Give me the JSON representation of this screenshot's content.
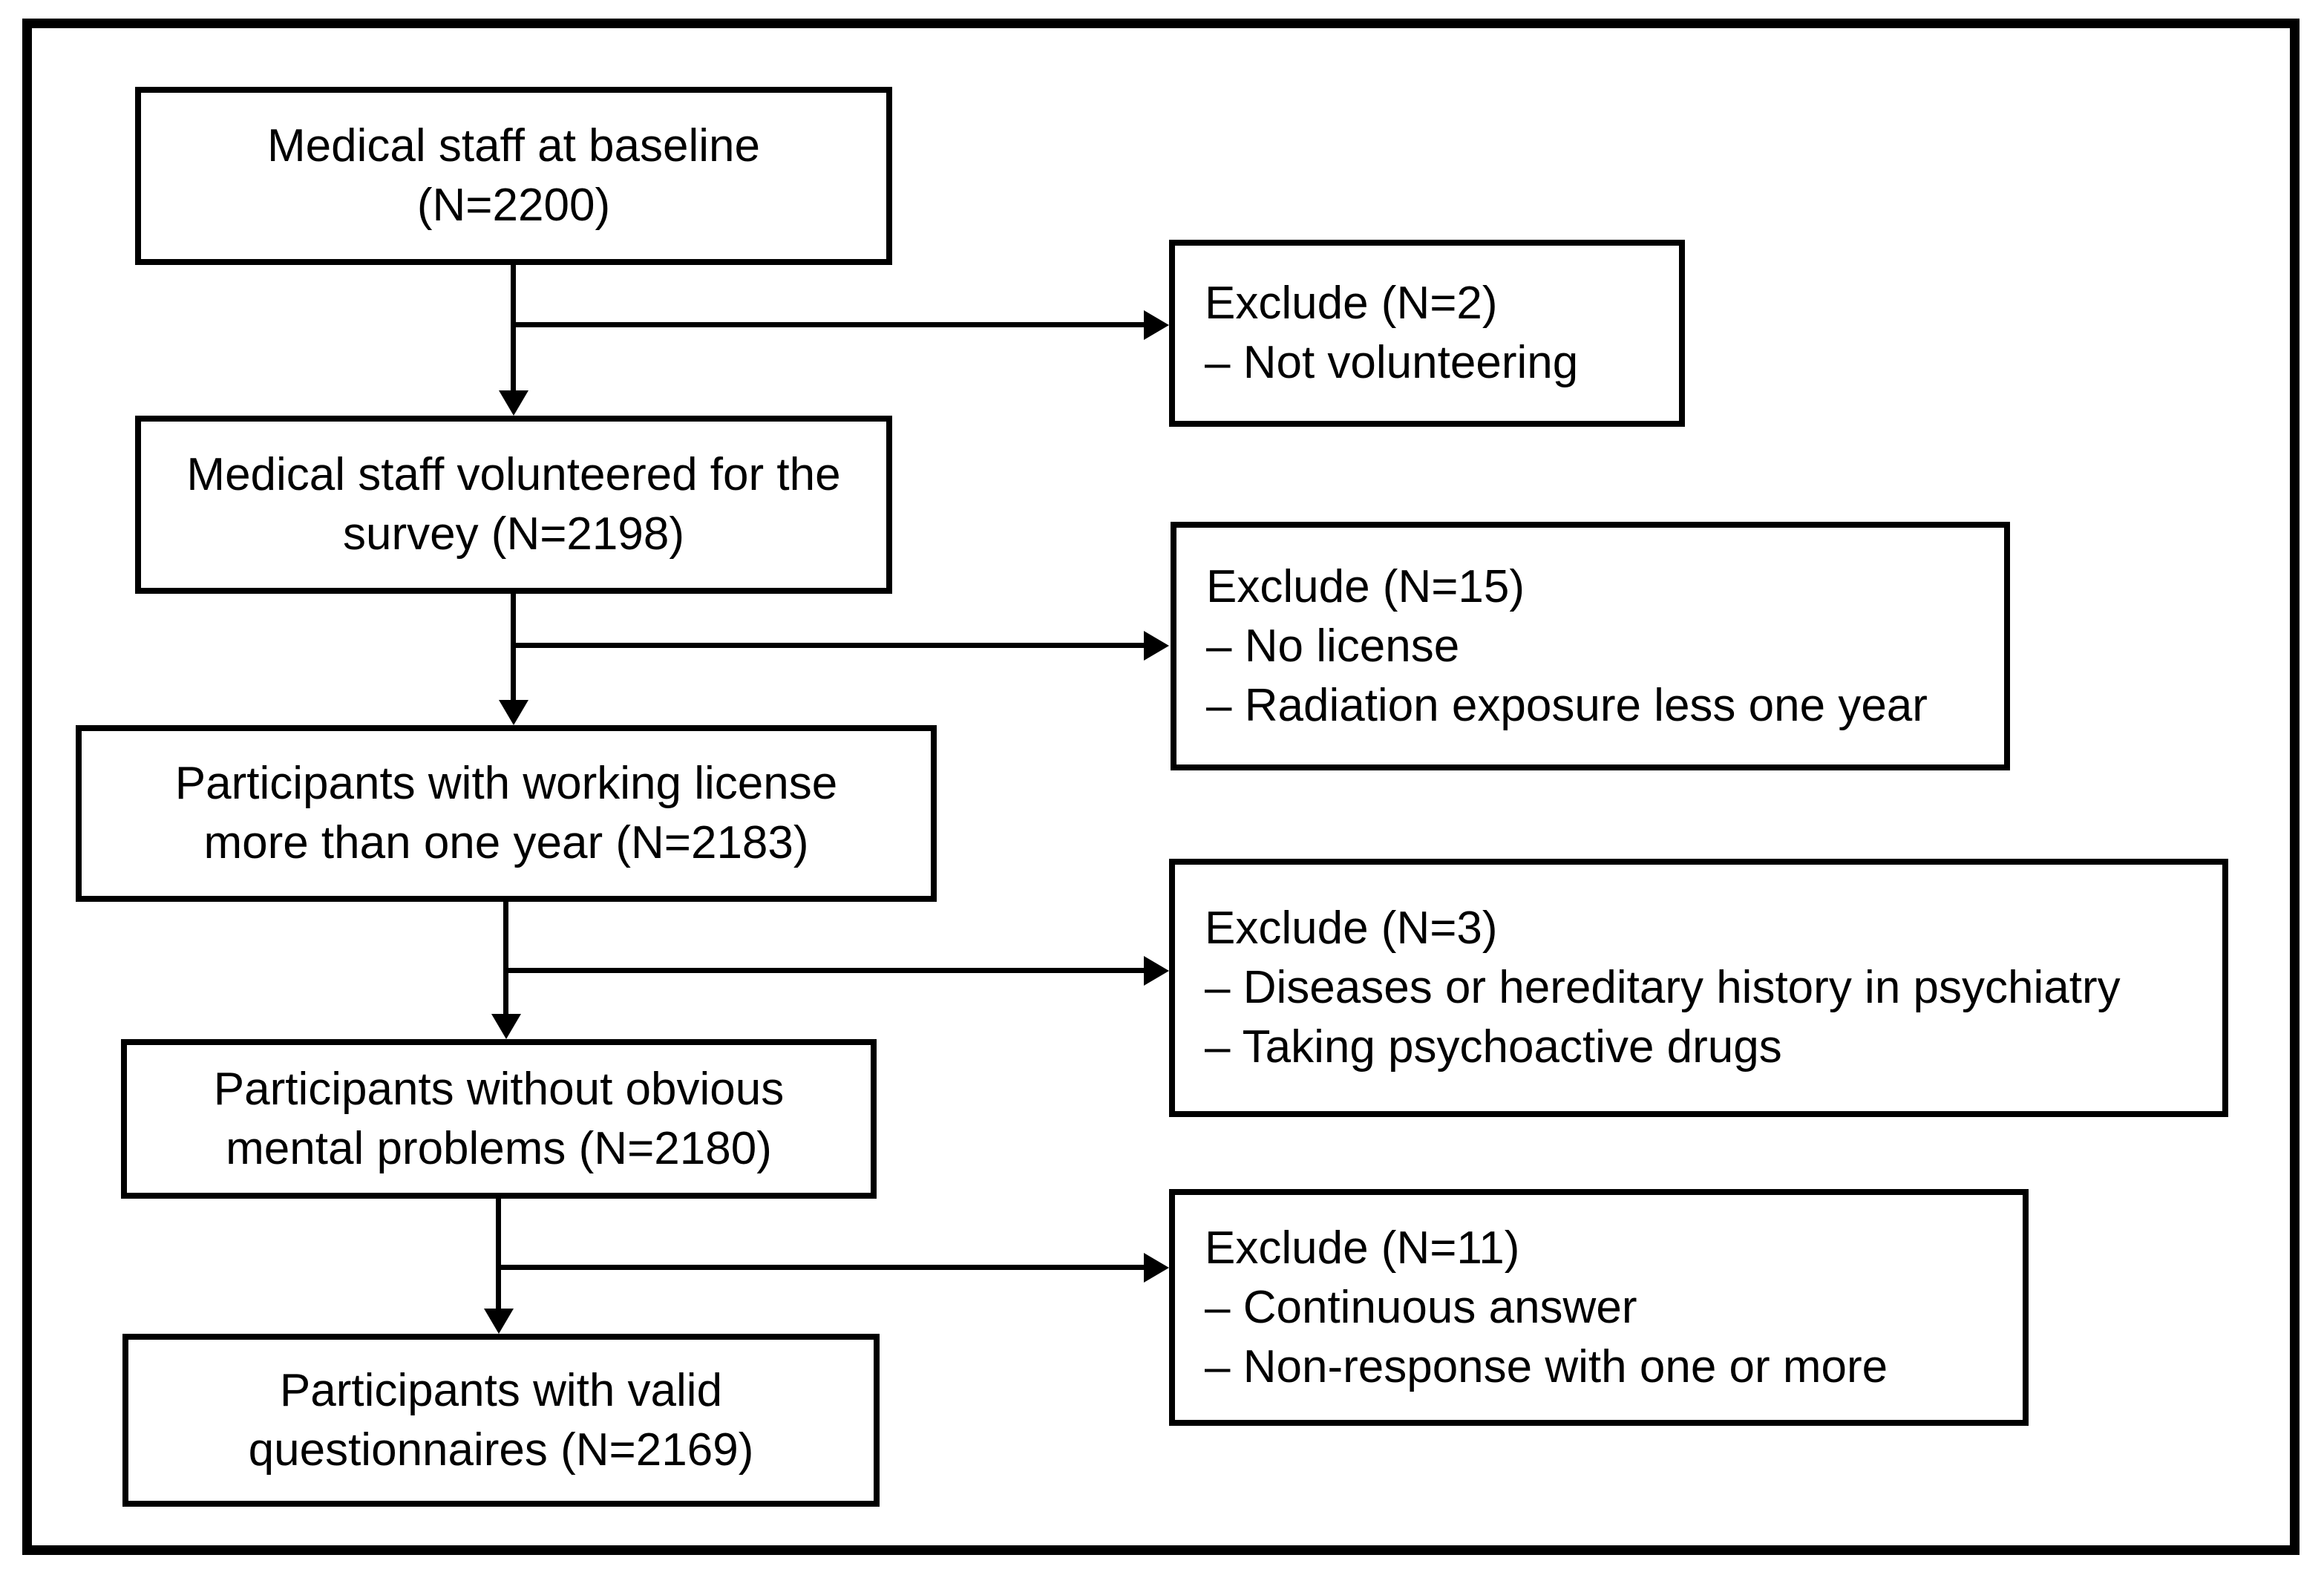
{
  "flow": {
    "main_boxes": [
      {
        "id": "baseline",
        "lines": [
          "Medical staff at baseline",
          "(N=2200)"
        ]
      },
      {
        "id": "volunteered",
        "lines": [
          "Medical staff volunteered for the",
          "survey (N=2198)"
        ]
      },
      {
        "id": "working-license",
        "lines": [
          "Participants with working license",
          "more than one year (N=2183)"
        ]
      },
      {
        "id": "no-mental-problems",
        "lines": [
          "Participants without obvious",
          "mental problems (N=2180)"
        ]
      },
      {
        "id": "valid-questionnaires",
        "lines": [
          "Participants with valid",
          "questionnaires (N=2169)"
        ]
      }
    ],
    "exclude_boxes": [
      {
        "id": "exclude-1",
        "lines": [
          "Exclude (N=2)",
          "– Not volunteering"
        ]
      },
      {
        "id": "exclude-2",
        "lines": [
          "Exclude (N=15)",
          "– No license",
          "– Radiation exposure less one year"
        ]
      },
      {
        "id": "exclude-3",
        "lines": [
          "Exclude (N=3)",
          "– Diseases or hereditary history in psychiatry",
          "– Taking psychoactive drugs"
        ]
      },
      {
        "id": "exclude-4",
        "lines": [
          "Exclude (N=11)",
          "– Continuous answer",
          "– Non-response with one or more"
        ]
      }
    ],
    "colors": {
      "line": "#000000",
      "background": "#ffffff",
      "box_fill": "#ffffff"
    }
  }
}
